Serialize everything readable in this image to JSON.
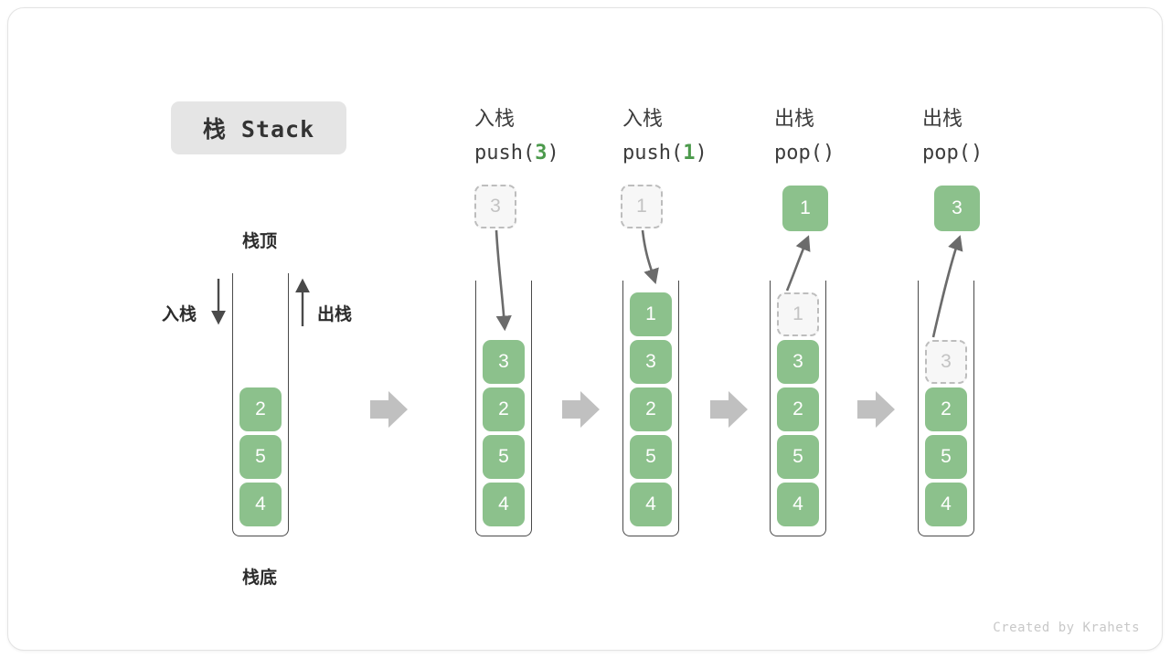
{
  "title_badge": {
    "text": "栈 Stack"
  },
  "footer": {
    "text": "Created by Krahets"
  },
  "colors": {
    "cell_fill": "#8cc18c",
    "cell_text": "#ffffff",
    "ghost_fill": "#f7f7f7",
    "ghost_border": "#bdbdbd",
    "ghost_text": "#c3c3c3",
    "badge_bg": "#e5e5e5",
    "arrow_gray": "#c0c0c0",
    "curve_arrow": "#6b6b6b",
    "accent_green": "#4c9a4c",
    "frame_border": "#e3e3e3"
  },
  "initial_stack": {
    "top_label": "栈顶",
    "bottom_label": "栈底",
    "push_label": "入栈",
    "pop_label": "出栈",
    "cells": [
      "2",
      "5",
      "4"
    ]
  },
  "steps": [
    {
      "name": "push-3",
      "head_line1": "入栈",
      "head_op": "push(",
      "head_arg": "3",
      "head_close": ")",
      "floating": {
        "value": "3",
        "state": "ghost"
      },
      "arrow_direction": "down",
      "cells": [
        {
          "value": "3",
          "state": "filled"
        },
        {
          "value": "2",
          "state": "filled"
        },
        {
          "value": "5",
          "state": "filled"
        },
        {
          "value": "4",
          "state": "filled"
        }
      ]
    },
    {
      "name": "push-1",
      "head_line1": "入栈",
      "head_op": "push(",
      "head_arg": "1",
      "head_close": ")",
      "floating": {
        "value": "1",
        "state": "ghost"
      },
      "arrow_direction": "down",
      "cells": [
        {
          "value": "1",
          "state": "filled"
        },
        {
          "value": "3",
          "state": "filled"
        },
        {
          "value": "2",
          "state": "filled"
        },
        {
          "value": "5",
          "state": "filled"
        },
        {
          "value": "4",
          "state": "filled"
        }
      ]
    },
    {
      "name": "pop-1",
      "head_line1": "出栈",
      "head_op": "pop(",
      "head_arg": "",
      "head_close": ")",
      "floating": {
        "value": "1",
        "state": "filled"
      },
      "arrow_direction": "up",
      "cells": [
        {
          "value": "1",
          "state": "ghost"
        },
        {
          "value": "3",
          "state": "filled"
        },
        {
          "value": "2",
          "state": "filled"
        },
        {
          "value": "5",
          "state": "filled"
        },
        {
          "value": "4",
          "state": "filled"
        }
      ]
    },
    {
      "name": "pop-3",
      "head_line1": "出栈",
      "head_op": "pop(",
      "head_arg": "",
      "head_close": ")",
      "floating": {
        "value": "3",
        "state": "filled"
      },
      "arrow_direction": "up",
      "cells": [
        {
          "value": "3",
          "state": "ghost"
        },
        {
          "value": "2",
          "state": "filled"
        },
        {
          "value": "5",
          "state": "filled"
        },
        {
          "value": "4",
          "state": "filled"
        }
      ]
    }
  ]
}
